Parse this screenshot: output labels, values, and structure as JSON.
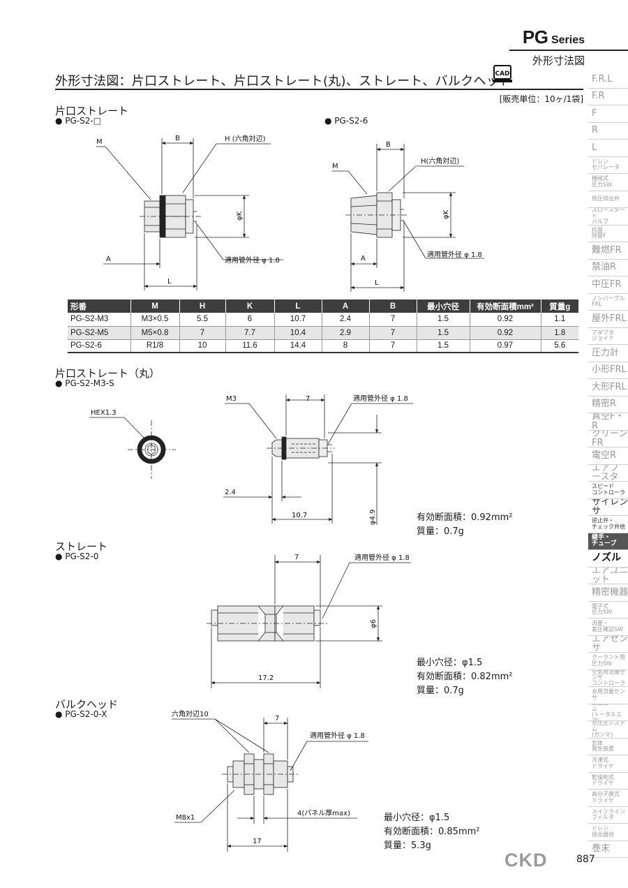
{
  "header": {
    "series_main": "PG",
    "series_suffix": "Series",
    "subtitle": "外形寸法図",
    "page_title": "外形寸法図：片口ストレート、片口ストレート(丸)、ストレート、バルクヘッド",
    "cad_label": "CAD",
    "sales_unit": "[販売単位：10ヶ/1袋]"
  },
  "sidebar": {
    "items": [
      {
        "label": "F.R.L",
        "style": "normal"
      },
      {
        "label": "F.R",
        "style": "normal"
      },
      {
        "label": "F",
        "style": "normal"
      },
      {
        "label": "R",
        "style": "normal"
      },
      {
        "label": "L",
        "style": "normal"
      },
      {
        "label": "ドレン\nセパレータ",
        "style": "small"
      },
      {
        "label": "機械式\n圧力SW",
        "style": "small"
      },
      {
        "label": "残圧排出弁",
        "style": "small"
      },
      {
        "label": "スロースタート\nバルブ",
        "style": "small"
      },
      {
        "label": "抗菌\n除菌F",
        "style": "small"
      },
      {
        "label": "難燃FR",
        "style": "normal"
      },
      {
        "label": "禁油R",
        "style": "normal"
      },
      {
        "label": "中圧FR",
        "style": "normal"
      },
      {
        "label": "ノンパーブル\nFRL",
        "style": "small"
      },
      {
        "label": "屋外FRL",
        "style": "normal"
      },
      {
        "label": "アダプタ\nジョイナ",
        "style": "small"
      },
      {
        "label": "圧力計",
        "style": "normal"
      },
      {
        "label": "小形FRL",
        "style": "normal"
      },
      {
        "label": "大形FRL",
        "style": "normal"
      },
      {
        "label": "精密R",
        "style": "normal"
      },
      {
        "label": "真空F・R",
        "style": "normal"
      },
      {
        "label": "クリーンFR",
        "style": "normal"
      },
      {
        "label": "電空R",
        "style": "normal"
      },
      {
        "label": "エアブースタ",
        "style": "normal"
      },
      {
        "label": "スピード\nコントローラ",
        "style": "small-dark"
      },
      {
        "label": "サイレンサ",
        "style": "dark"
      },
      {
        "label": "逆止弁・\nチェック弁他",
        "style": "small-dark"
      },
      {
        "label": "継手・\nチューブ",
        "style": "active"
      },
      {
        "label": "ノズル",
        "style": "bold-sel"
      },
      {
        "label": "エアユニット",
        "style": "normal"
      },
      {
        "label": "精密機器",
        "style": "normal"
      },
      {
        "label": "電子式\n圧力SW",
        "style": "small"
      },
      {
        "label": "流量・\n差圧確認SW",
        "style": "small"
      },
      {
        "label": "エアセンサ",
        "style": "normal"
      },
      {
        "label": "クーラント用\n圧力SW",
        "style": "small"
      },
      {
        "label": "空気用流量センサ\nコントローラ",
        "style": "small"
      },
      {
        "label": "水用流量センサ",
        "style": "small"
      },
      {
        "label": "全圧圧システム\n(トータルエア)",
        "style": "small"
      },
      {
        "label": "全圧圧システム\n(ガンマ)",
        "style": "small"
      },
      {
        "label": "気体\n発生装置",
        "style": "small"
      },
      {
        "label": "冷凍式\nドライヤ",
        "style": "small"
      },
      {
        "label": "乾燥剤式\nドライヤ",
        "style": "small"
      },
      {
        "label": "高分子膜式\nドライヤ",
        "style": "small"
      },
      {
        "label": "メインライン\nフィルタ",
        "style": "small"
      },
      {
        "label": "ドレン\n排出器他",
        "style": "small"
      },
      {
        "label": "巻末",
        "style": "normal"
      }
    ]
  },
  "sections": {
    "s1": {
      "title": "片口ストレート",
      "part_a": "PG-S2-□",
      "part_b": "PG-S2-6"
    },
    "s2": {
      "title": "片口ストレート（丸）",
      "part": "PG-S2-M3-S"
    },
    "s3": {
      "title": "ストレート",
      "part": "PG-S2-0"
    },
    "s4": {
      "title": "バルクヘッド",
      "part": "PG-S2-0-X"
    }
  },
  "drawing_labels": {
    "M": "M",
    "B": "B",
    "A": "A",
    "L": "L",
    "H_hex": "H (六角対辺)",
    "H_hex2": "H(六角対辺)",
    "phiK": "φK",
    "tube_od": "適用管外径 φ 1.8",
    "M3": "M3",
    "hex13": "HEX1.3",
    "dim_7": "7",
    "dim_24": "2.4",
    "dim_107": "10.7",
    "dim_phi49": "φ4.9",
    "dim_phi6": "φ6",
    "dim_172": "17.2",
    "hex10": "六角対辺10",
    "m8x1": "M8x1",
    "panel": "4(パネル厚max)",
    "dim_17": "17"
  },
  "spec_table": {
    "headers": [
      "形番",
      "M",
      "H",
      "K",
      "L",
      "A",
      "B",
      "最小穴径",
      "有効断面積mm²",
      "質量g"
    ],
    "rows": [
      [
        "PG-S2-M3",
        "M3×0.5",
        "5.5",
        "6",
        "10.7",
        "2.4",
        "7",
        "1.5",
        "0.92",
        "1.1"
      ],
      [
        "PG-S2-M5",
        "M5×0.8",
        "7",
        "7.7",
        "10.4",
        "2.9",
        "7",
        "1.5",
        "0.92",
        "1.8"
      ],
      [
        "PG-S2-6",
        "R1/8",
        "10",
        "11.6",
        "14.4",
        "8",
        "7",
        "1.5",
        "0.97",
        "5.6"
      ]
    ]
  },
  "specs": {
    "s2": [
      "有効断面積：0.92mm²",
      "質量：0.7g"
    ],
    "s3": [
      "最小穴径：φ1.5",
      "有効断面積：0.82mm²",
      "質量：0.7g"
    ],
    "s4": [
      "最小穴径：φ1.5",
      "有効断面積：0.85mm²",
      "質量：5.3g"
    ]
  },
  "footer": {
    "logo": "CKD",
    "page": "887"
  }
}
